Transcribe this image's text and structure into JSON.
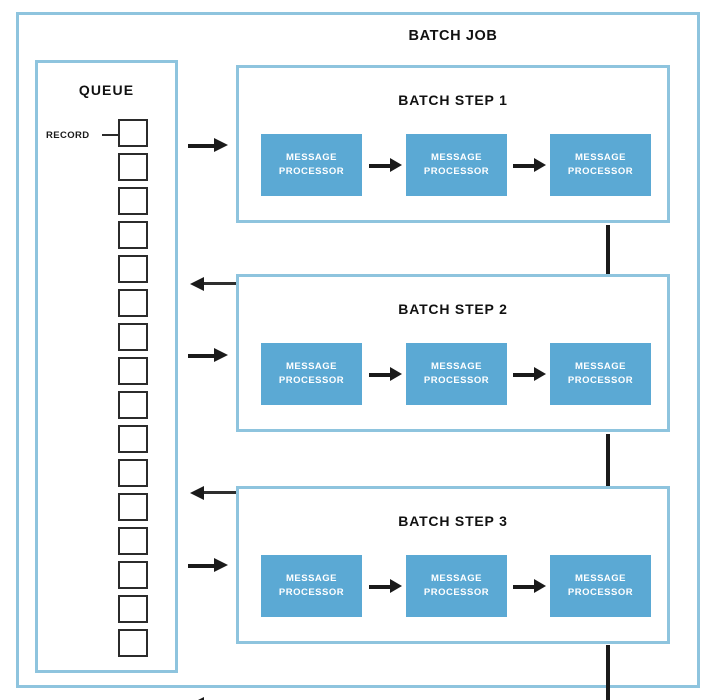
{
  "diagram": {
    "title": "BATCH JOB",
    "background_color": "#ffffff",
    "frame_color": "#8ec4de",
    "accent_color": "#5ba9d4",
    "line_color": "#1a1a1a"
  },
  "queue": {
    "title": "QUEUE",
    "record_label": "RECORD",
    "record_count": 16,
    "records": [
      {
        "index": 1
      },
      {
        "index": 2
      },
      {
        "index": 3
      },
      {
        "index": 4
      },
      {
        "index": 5
      },
      {
        "index": 6
      },
      {
        "index": 7
      },
      {
        "index": 8
      },
      {
        "index": 9
      },
      {
        "index": 10
      },
      {
        "index": 11
      },
      {
        "index": 12
      },
      {
        "index": 13
      },
      {
        "index": 14
      },
      {
        "index": 15
      },
      {
        "index": 16
      }
    ]
  },
  "steps": [
    {
      "title": "BATCH STEP 1",
      "processors": [
        {
          "line1": "MESSAGE",
          "line2": "PROCESSOR"
        },
        {
          "line1": "MESSAGE",
          "line2": "PROCESSOR"
        },
        {
          "line1": "MESSAGE",
          "line2": "PROCESSOR"
        }
      ]
    },
    {
      "title": "BATCH STEP 2",
      "processors": [
        {
          "line1": "MESSAGE",
          "line2": "PROCESSOR"
        },
        {
          "line1": "MESSAGE",
          "line2": "PROCESSOR"
        },
        {
          "line1": "MESSAGE",
          "line2": "PROCESSOR"
        }
      ]
    },
    {
      "title": "BATCH STEP 3",
      "processors": [
        {
          "line1": "MESSAGE",
          "line2": "PROCESSOR"
        },
        {
          "line1": "MESSAGE",
          "line2": "PROCESSOR"
        },
        {
          "line1": "MESSAGE",
          "line2": "PROCESSOR"
        }
      ]
    }
  ]
}
